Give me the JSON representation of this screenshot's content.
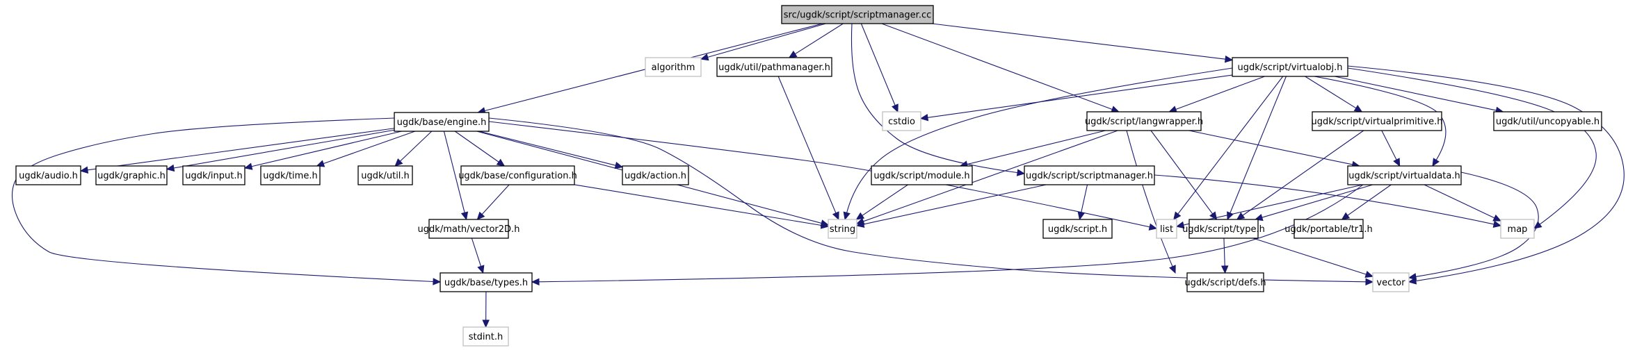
{
  "title": "src/ugdk/script/scriptmanager.cc",
  "colors": {
    "edge": "#191970",
    "root_fill": "#bfbfbf",
    "external_border": "#bfbfbf",
    "internal_border": "#000000"
  },
  "nodes": [
    {
      "id": "root",
      "label": "src/ugdk/script/scriptmanager.cc",
      "kind": "root"
    },
    {
      "id": "algorithm",
      "label": "algorithm",
      "kind": "external"
    },
    {
      "id": "pathmanager",
      "label": "ugdk/util/pathmanager.h",
      "kind": "internal"
    },
    {
      "id": "virtualobj",
      "label": "ugdk/script/virtualobj.h",
      "kind": "internal"
    },
    {
      "id": "engine",
      "label": "ugdk/base/engine.h",
      "kind": "internal"
    },
    {
      "id": "cstdio",
      "label": "cstdio",
      "kind": "external"
    },
    {
      "id": "langwrapper",
      "label": "ugdk/script/langwrapper.h",
      "kind": "internal"
    },
    {
      "id": "virtualprimitive",
      "label": "ugdk/script/virtualprimitive.h",
      "kind": "internal"
    },
    {
      "id": "uncopyable",
      "label": "ugdk/util/uncopyable.h",
      "kind": "internal"
    },
    {
      "id": "audio",
      "label": "ugdk/audio.h",
      "kind": "internal"
    },
    {
      "id": "graphic",
      "label": "ugdk/graphic.h",
      "kind": "internal"
    },
    {
      "id": "input",
      "label": "ugdk/input.h",
      "kind": "internal"
    },
    {
      "id": "time",
      "label": "ugdk/time.h",
      "kind": "internal"
    },
    {
      "id": "util",
      "label": "ugdk/util.h",
      "kind": "internal"
    },
    {
      "id": "configuration",
      "label": "ugdk/base/configuration.h",
      "kind": "internal"
    },
    {
      "id": "action",
      "label": "ugdk/action.h",
      "kind": "internal"
    },
    {
      "id": "module",
      "label": "ugdk/script/module.h",
      "kind": "internal"
    },
    {
      "id": "scriptmanager_h",
      "label": "ugdk/script/scriptmanager.h",
      "kind": "internal"
    },
    {
      "id": "virtualdata",
      "label": "ugdk/script/virtualdata.h",
      "kind": "internal"
    },
    {
      "id": "vector2D",
      "label": "ugdk/math/vector2D.h",
      "kind": "internal"
    },
    {
      "id": "string",
      "label": "string",
      "kind": "external"
    },
    {
      "id": "script_h",
      "label": "ugdk/script.h",
      "kind": "internal"
    },
    {
      "id": "list",
      "label": "list",
      "kind": "external"
    },
    {
      "id": "type",
      "label": "ugdk/script/type.h",
      "kind": "internal"
    },
    {
      "id": "tr1",
      "label": "ugdk/portable/tr1.h",
      "kind": "internal"
    },
    {
      "id": "map",
      "label": "map",
      "kind": "external"
    },
    {
      "id": "types",
      "label": "ugdk/base/types.h",
      "kind": "internal"
    },
    {
      "id": "defs",
      "label": "ugdk/script/defs.h",
      "kind": "internal"
    },
    {
      "id": "vector",
      "label": "vector",
      "kind": "external"
    },
    {
      "id": "stdint",
      "label": "stdint.h",
      "kind": "external"
    }
  ],
  "edges": [
    {
      "from": "root",
      "to": "engine"
    },
    {
      "from": "root",
      "to": "algorithm"
    },
    {
      "from": "root",
      "to": "pathmanager"
    },
    {
      "from": "root",
      "to": "cstdio"
    },
    {
      "from": "root",
      "to": "scriptmanager_h"
    },
    {
      "from": "root",
      "to": "langwrapper"
    },
    {
      "from": "root",
      "to": "virtualobj"
    },
    {
      "from": "pathmanager",
      "to": "string"
    },
    {
      "from": "engine",
      "to": "audio"
    },
    {
      "from": "engine",
      "to": "graphic"
    },
    {
      "from": "engine",
      "to": "input"
    },
    {
      "from": "engine",
      "to": "time"
    },
    {
      "from": "engine",
      "to": "util"
    },
    {
      "from": "engine",
      "to": "configuration"
    },
    {
      "from": "engine",
      "to": "action"
    },
    {
      "from": "engine",
      "to": "vector2D"
    },
    {
      "from": "engine",
      "to": "string"
    },
    {
      "from": "engine",
      "to": "list"
    },
    {
      "from": "engine",
      "to": "vector"
    },
    {
      "from": "engine",
      "to": "types"
    },
    {
      "from": "configuration",
      "to": "vector2D"
    },
    {
      "from": "configuration",
      "to": "string"
    },
    {
      "from": "vector2D",
      "to": "types"
    },
    {
      "from": "types",
      "to": "stdint"
    },
    {
      "from": "virtualobj",
      "to": "cstdio"
    },
    {
      "from": "virtualobj",
      "to": "langwrapper"
    },
    {
      "from": "virtualobj",
      "to": "string"
    },
    {
      "from": "virtualobj",
      "to": "virtualprimitive"
    },
    {
      "from": "virtualobj",
      "to": "uncopyable"
    },
    {
      "from": "virtualobj",
      "to": "virtualdata"
    },
    {
      "from": "virtualobj",
      "to": "list"
    },
    {
      "from": "virtualobj",
      "to": "type"
    },
    {
      "from": "virtualobj",
      "to": "map"
    },
    {
      "from": "virtualobj",
      "to": "vector"
    },
    {
      "from": "langwrapper",
      "to": "module"
    },
    {
      "from": "langwrapper",
      "to": "string"
    },
    {
      "from": "langwrapper",
      "to": "virtualdata"
    },
    {
      "from": "langwrapper",
      "to": "type"
    },
    {
      "from": "langwrapper",
      "to": "defs"
    },
    {
      "from": "virtualprimitive",
      "to": "virtualdata"
    },
    {
      "from": "virtualprimitive",
      "to": "type"
    },
    {
      "from": "module",
      "to": "string"
    },
    {
      "from": "scriptmanager_h",
      "to": "string"
    },
    {
      "from": "scriptmanager_h",
      "to": "script_h"
    },
    {
      "from": "scriptmanager_h",
      "to": "map"
    },
    {
      "from": "virtualdata",
      "to": "list"
    },
    {
      "from": "virtualdata",
      "to": "type"
    },
    {
      "from": "virtualdata",
      "to": "tr1"
    },
    {
      "from": "virtualdata",
      "to": "map"
    },
    {
      "from": "virtualdata",
      "to": "vector"
    },
    {
      "from": "virtualdata",
      "to": "types"
    },
    {
      "from": "type",
      "to": "defs"
    },
    {
      "from": "type",
      "to": "vector"
    }
  ]
}
